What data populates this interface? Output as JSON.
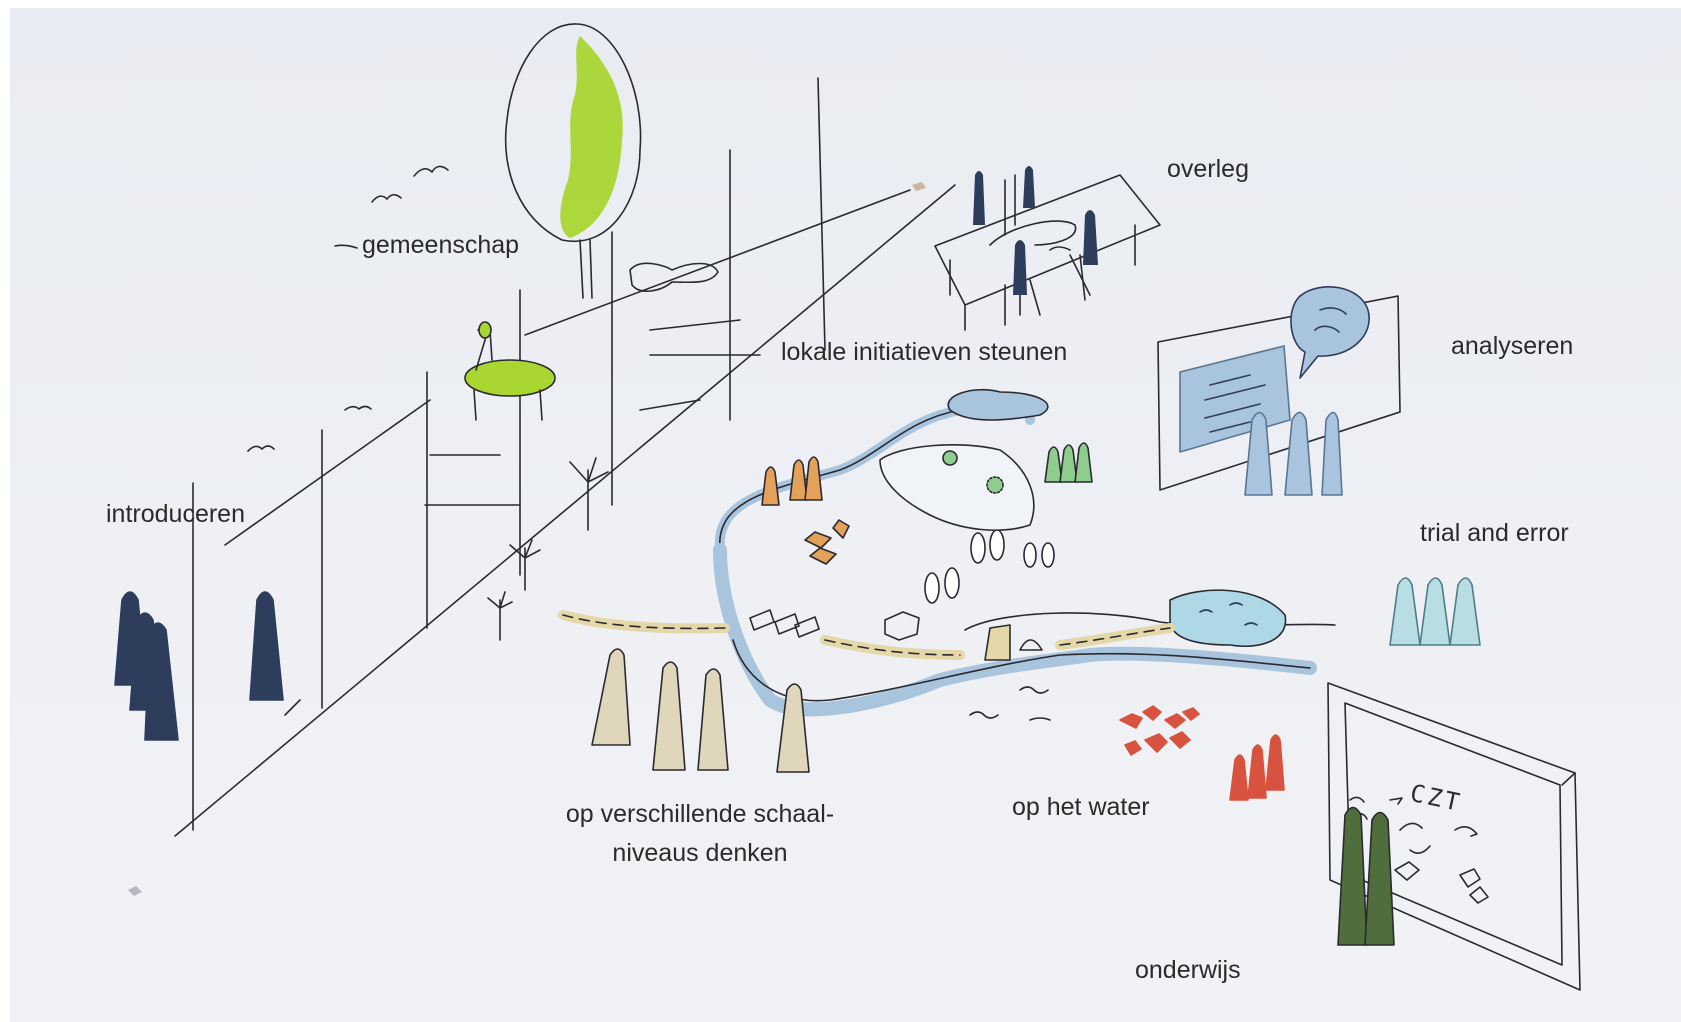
{
  "labels": {
    "gemeenschap": "gemeenschap",
    "overleg": "overleg",
    "lokale": "lokale initiatieven steunen",
    "analyseren": "analyseren",
    "introduceren": "introduceren",
    "trial": "trial and error",
    "schaal_1": "op verschillende schaal-",
    "schaal_2": "niveaus denken",
    "water": "op het water",
    "onderwijs": "onderwijs",
    "board_text": "CZT"
  },
  "colors": {
    "ink": "#2a2a30",
    "navy": "#2f3d5c",
    "slate_blue": "#5c7597",
    "light_blue": "#a9c4dd",
    "aqua": "#b8dde2",
    "lime": "#a9d631",
    "orange": "#e3a15a",
    "sand": "#e4d7a8",
    "beige": "#e0d6bb",
    "red": "#d8533f",
    "dark_green": "#4f6e3c",
    "light_green": "#8fcd8e"
  }
}
